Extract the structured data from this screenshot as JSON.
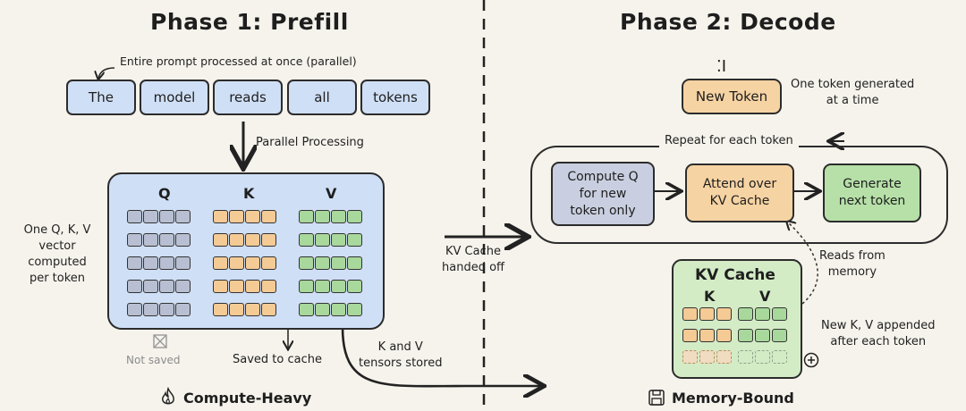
{
  "phase1": {
    "title": "Phase 1: Prefill",
    "prompt_note": "Entire prompt processed at once (parallel)",
    "tokens": [
      "The",
      "model",
      "reads",
      "all",
      "tokens"
    ],
    "parallel_label": "Parallel Processing",
    "headers": {
      "q": "Q",
      "k": "K",
      "v": "V"
    },
    "side_note": "One Q, K, V\nvector\ncomputed\nper token",
    "not_saved": "Not saved",
    "saved_to_cache": "Saved to cache",
    "kv_stored": "K and V\ntensors stored",
    "footer": "Compute-Heavy"
  },
  "handoff_label": "KV Cache\nhanded off",
  "phase2": {
    "title": "Phase 2: Decode",
    "new_token": "New Token",
    "new_token_note": "One token generated\nat a time",
    "loop_label": "Repeat for each token",
    "steps": [
      {
        "label": "Compute Q\nfor new\ntoken only",
        "color": "#c9cfe0"
      },
      {
        "label": "Attend over\nKV Cache",
        "color": "#f6d3a3"
      },
      {
        "label": "Generate\nnext token",
        "color": "#b6e0a8"
      }
    ],
    "reads_from_memory": "Reads from\nmemory",
    "kv_cache_title": "KV Cache",
    "kv_headers": {
      "k": "K",
      "v": "V"
    },
    "append_note": "New K, V appended\nafter each token",
    "footer": "Memory-Bound"
  },
  "colors": {
    "token_blue": "#cfdff6",
    "q_gray": "#b8bfd2",
    "k_orange": "#f4ca95",
    "v_green": "#a8d89b",
    "cache_green": "#d3ecc6",
    "new_token_orange": "#f6d3a3"
  },
  "icons": {
    "fire": "fire-icon",
    "floppy": "floppy-disk-icon",
    "crossed": "crossed-box-icon",
    "plus": "plus-circle-icon",
    "cursor": "text-cursor-icon"
  }
}
